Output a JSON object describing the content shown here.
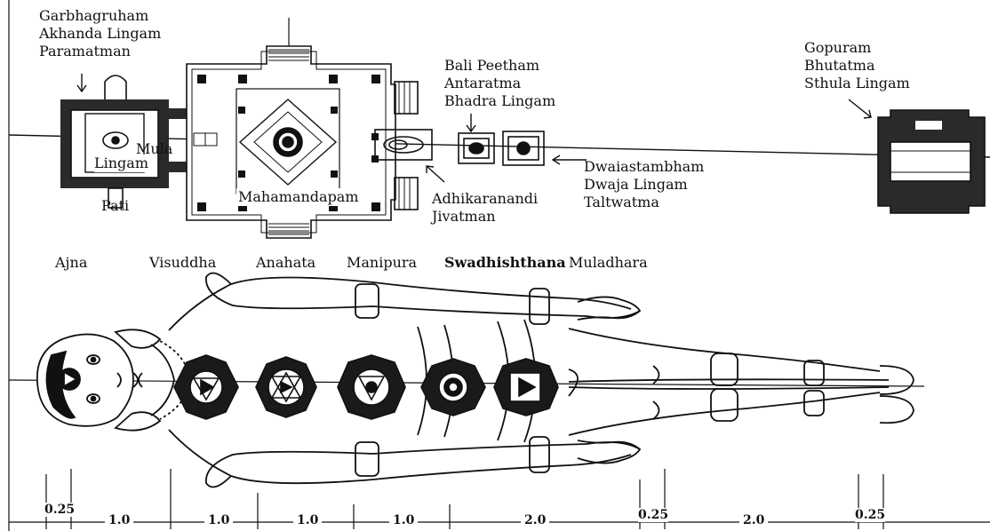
{
  "plan_labels": {
    "garbhagruham": [
      "Garbhagruham",
      "Akhanda Lingam",
      "Paramatman"
    ],
    "mula_lingam": [
      "Mula",
      "Lingam"
    ],
    "pati": "Pati",
    "mahamandapam": "Mahamandapam",
    "bali_peetham": [
      "Bali Peetham",
      "Antaratma",
      "Bhadra Lingam"
    ],
    "adhikaranandi": [
      "Adhikaranandi",
      "Jivatman"
    ],
    "dwajastambham": [
      "Dwaiastambham",
      "Dwaja Lingam",
      "Taltwatma"
    ],
    "gopuram": [
      "Gopuram",
      "Bhutatma",
      "Sthula Lingam"
    ]
  },
  "chakras": [
    "Ajna",
    "Visuddha",
    "Anahata",
    "Manipura",
    "Swadhishthana",
    "Muladhara"
  ],
  "dimensions": [
    "0.25",
    "1.0",
    "1.0",
    "1.0",
    "1.0",
    "2.0",
    "0.25",
    "2.0",
    "0.25"
  ],
  "colors": {
    "ink": "#111111",
    "paper": "#ffffff",
    "wall": "#2a2a2a"
  }
}
